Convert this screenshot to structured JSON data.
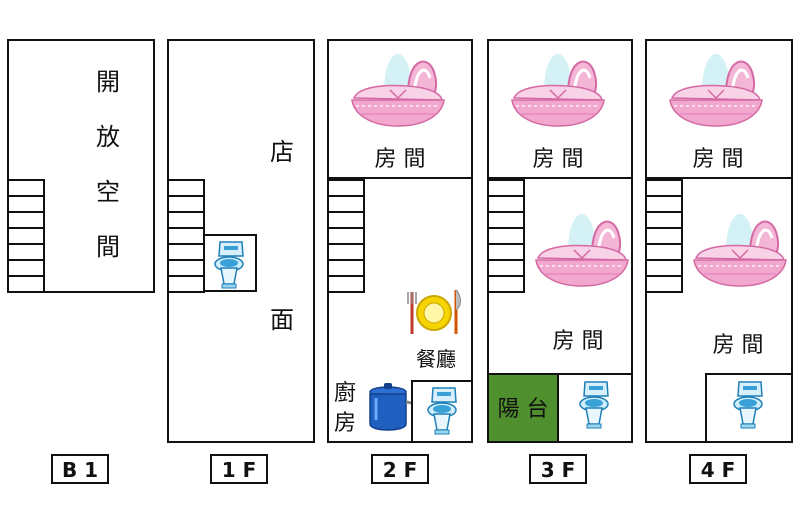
{
  "floors": [
    {
      "label": "B 1",
      "labels": {
        "open_space": [
          "開",
          "放",
          "空",
          "間"
        ]
      }
    },
    {
      "label": "1 F",
      "labels": {
        "store": [
          "店",
          "面"
        ]
      }
    },
    {
      "label": "2 F",
      "labels": {
        "room": "房 間",
        "dining": "餐廳",
        "kitchen": [
          "廚",
          "房"
        ]
      }
    },
    {
      "label": "3 F",
      "labels": {
        "room_top": "房 間",
        "room_mid": "房 間",
        "balcony": "陽 台"
      }
    },
    {
      "label": "4 F",
      "labels": {
        "room_top": "房 間",
        "room_mid": "房 間"
      }
    }
  ],
  "colors": {
    "outline": "#111111",
    "balcony": "#4f8f2e",
    "toilet": "#3aa0d8",
    "bassinet": "#f2a7cf",
    "plate": "#f5d400",
    "pot": "#1f5fbf"
  },
  "icons": {
    "stairs": "stairs-icon",
    "toilet": "toilet-icon",
    "bassinet": "bassinet-icon",
    "dining": "plate-fork-knife-icon",
    "kitchen": "cooking-pot-icon"
  }
}
